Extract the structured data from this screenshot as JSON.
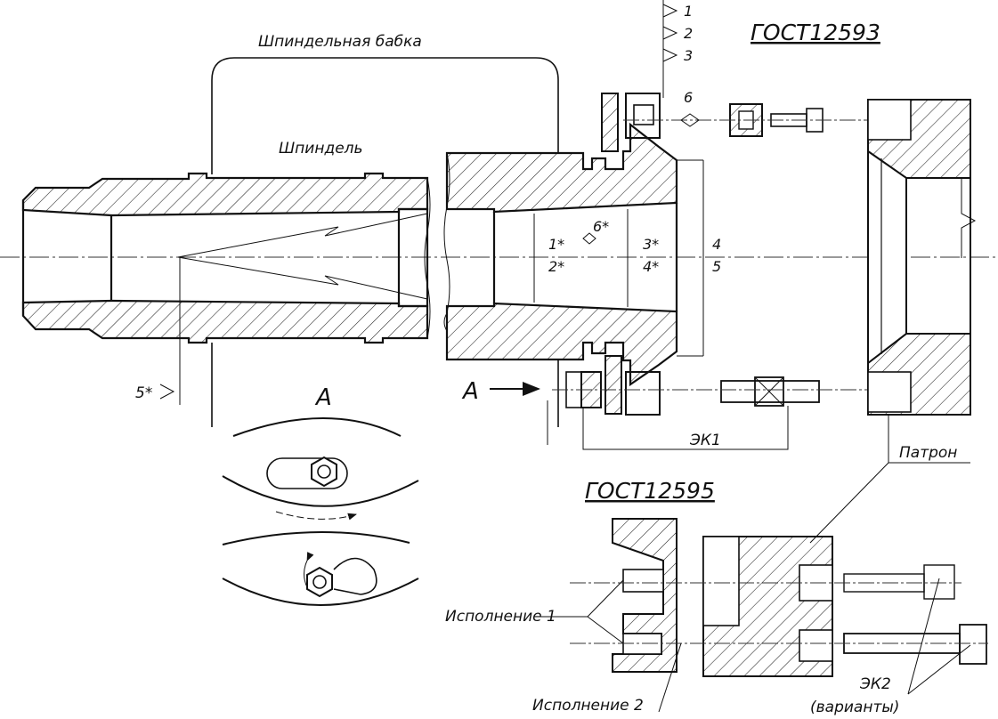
{
  "labels": {
    "gost_top": "ГОСТ12593",
    "gost_bottom": "ГОСТ12595",
    "spindle_head": "Шпиндельная бабка",
    "spindle": "Шпиндель",
    "chuck": "Патрон",
    "variant1": "Исполнение 1",
    "variant2": "Исполнение 2",
    "ek1": "ЭК1",
    "ek2": "ЭК2",
    "variants": "(варианты)",
    "view_a_section": "А",
    "view_a_arrow": "А"
  },
  "annotations": {
    "t1": "1",
    "t2": "2",
    "t3": "3",
    "t6": "6",
    "t6s": "6*",
    "t1s": "1*",
    "t2s": "2*",
    "t3s": "3*",
    "t4s": "4*",
    "t4": "4",
    "t5": "5",
    "t5s": "5*"
  }
}
